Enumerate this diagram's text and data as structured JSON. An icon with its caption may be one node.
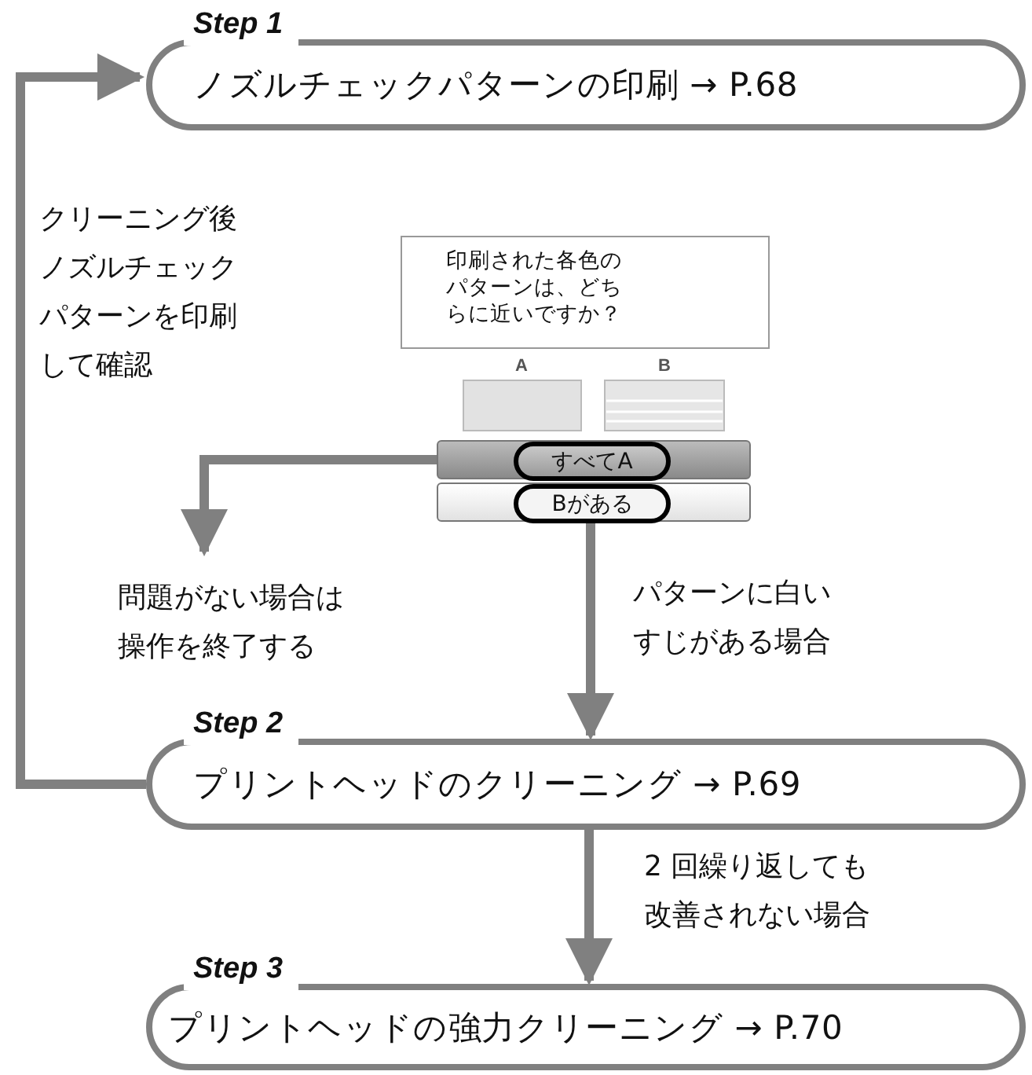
{
  "diagram": {
    "nodes": [
      {
        "text": [
          "Step 1",
          "ノズルチェックパターンの印刷 → P.68"
        ]
      },
      {
        "text": [
          "印刷された各色のパターンは、どちらに近いですか？"
        ]
      },
      {
        "text": [],
        "shape": "bar"
      },
      {
        "text": [
          "すべてA"
        ],
        "in": 2
      },
      {
        "text": [],
        "shape": "bar"
      },
      {
        "text": [
          "Bがある"
        ],
        "in": 4
      },
      {
        "text": [
          "問題がない場合は操作を終了する"
        ]
      },
      {
        "text": [
          "Step 2",
          "プリントヘッドのクリーニング → P.69"
        ]
      },
      {
        "text": [
          "Step 3",
          "プリントヘッドの強力クリーニング → P.70"
        ]
      }
    ],
    "edges": [
      {
        "from": 2,
        "to": 6,
        "arrow": "to"
      },
      {
        "from": 5,
        "to": 7,
        "arrow": "to",
        "label": "パターンに白いすじがある場合"
      },
      {
        "from": 7,
        "to": 0,
        "arrow": "to",
        "label": "クリーニング後ノズルチェックパターンを印刷して確認"
      },
      {
        "from": 7,
        "to": 8,
        "arrow": "to",
        "label": "2 回繰り返しても改善されない場合"
      }
    ],
    "labels": [
      "A",
      "B"
    ]
  }
}
